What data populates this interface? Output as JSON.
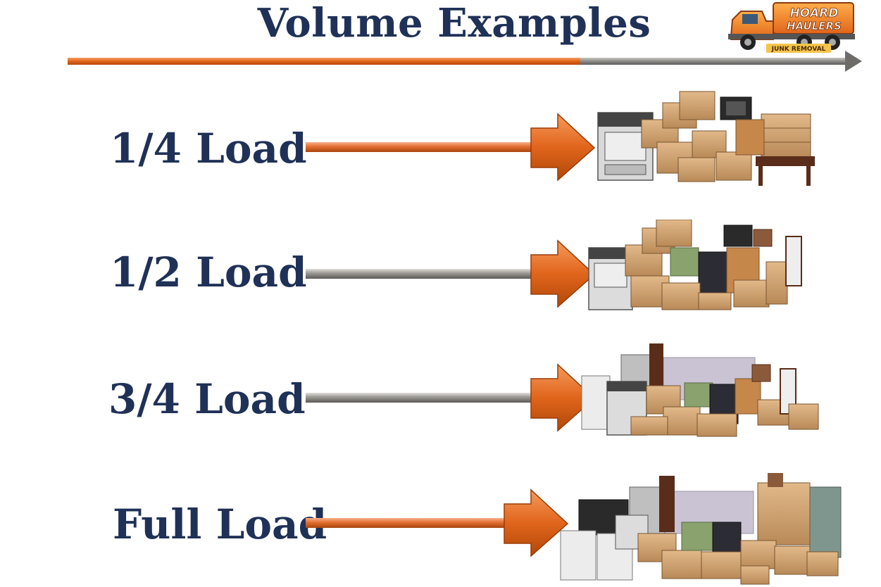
{
  "page": {
    "title": "Volume Examples"
  },
  "logo": {
    "line1": "HOARD",
    "line2": "HAULERS",
    "tagline": "JUNK REMOVAL"
  },
  "colors": {
    "title": "#1f3157",
    "accent_orange": "#e46a1e",
    "accent_gray": "#8c8a86"
  },
  "loads": [
    {
      "label": "1/4 Load",
      "bar_color": "orange"
    },
    {
      "label": "1/2 Load",
      "bar_color": "gray"
    },
    {
      "label": "3/4 Load",
      "bar_color": "gray"
    },
    {
      "label": "Full Load",
      "bar_color": "orange"
    }
  ]
}
